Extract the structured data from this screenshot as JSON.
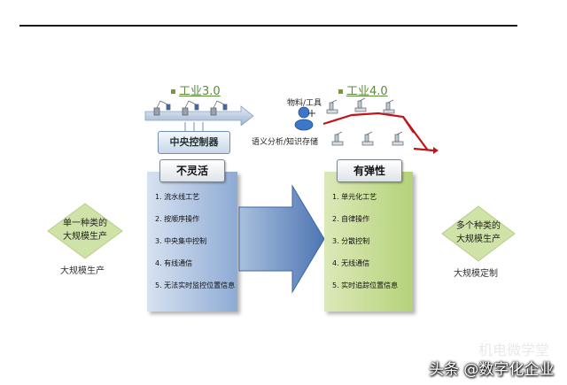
{
  "industry30": {
    "prefix": "工业",
    "version": "3.0"
  },
  "industry40": {
    "prefix": "工业",
    "version": "4.0"
  },
  "central_controller": "中央控制器",
  "materials_tools": "物料/工具",
  "semantic_storage": "语义分析/知识存储",
  "left_panel": {
    "header": "不灵活",
    "items": [
      "1. 流水线工艺",
      "2. 按顺序操作",
      "3. 中央集中控制",
      "4. 有线通信",
      "5. 无法实时监控位置信息"
    ]
  },
  "right_panel": {
    "header": "有弹性",
    "items": [
      "1. 单元化工艺",
      "2. 自律操作",
      "3. 分散控制",
      "4. 无线通信",
      "5. 实时追踪位置信息"
    ]
  },
  "left_diamond": {
    "line1": "单一种类的",
    "line2": "大规模生产"
  },
  "left_caption": "大规模生产",
  "right_diamond": {
    "line1": "多个种类的",
    "line2": "大规模生产"
  },
  "right_caption": "大规模定制",
  "watermark": "机电微学堂",
  "brand": "头条 @数字化企业",
  "colors": {
    "blue_panel": "#8eabd4",
    "green_panel": "#b5d27a",
    "red_path": "#c0161b",
    "diamond": "#cfe2a8"
  }
}
